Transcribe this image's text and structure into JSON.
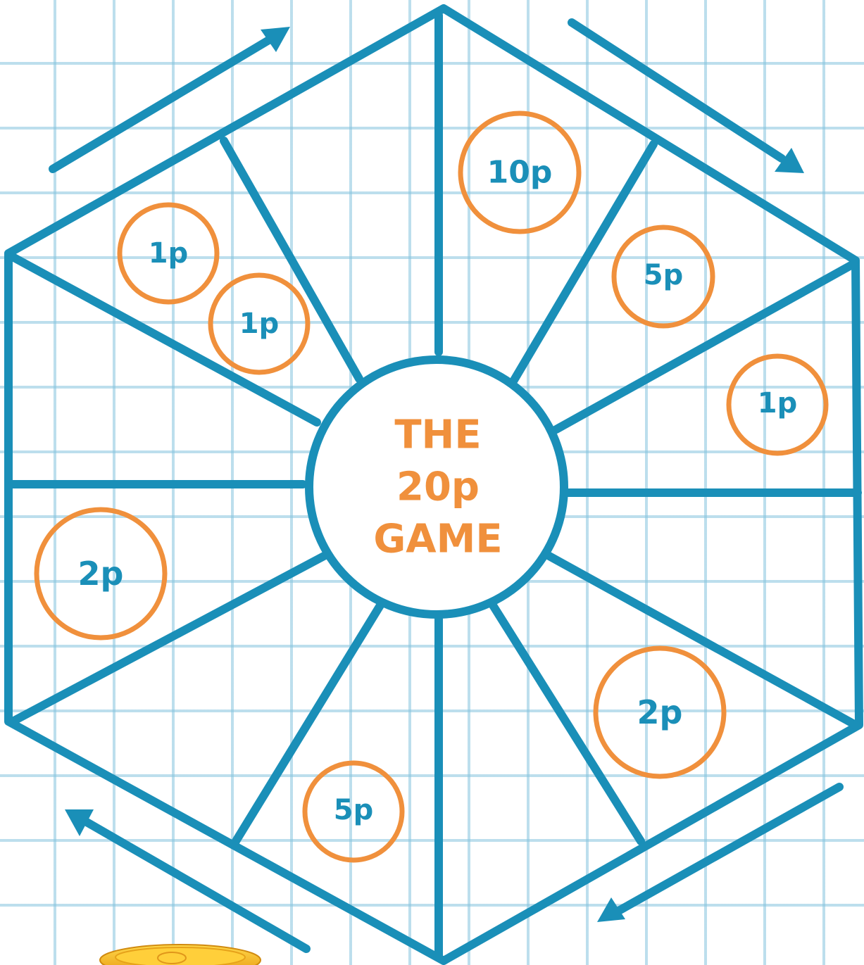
{
  "title_lines": [
    "THE",
    "20p",
    "GAME"
  ],
  "coins": [
    "10p",
    "5p",
    "1p",
    "2p",
    "5p",
    "2p",
    "1p",
    "1p"
  ],
  "colors": {
    "board": "#1a8fb8",
    "accent": "#f0903c",
    "grid": "#86c4de"
  },
  "icons": [
    "arrow-up-right-icon",
    "arrow-down-right-icon",
    "arrow-down-left-icon",
    "arrow-up-left-icon",
    "euro-coin-icon"
  ]
}
